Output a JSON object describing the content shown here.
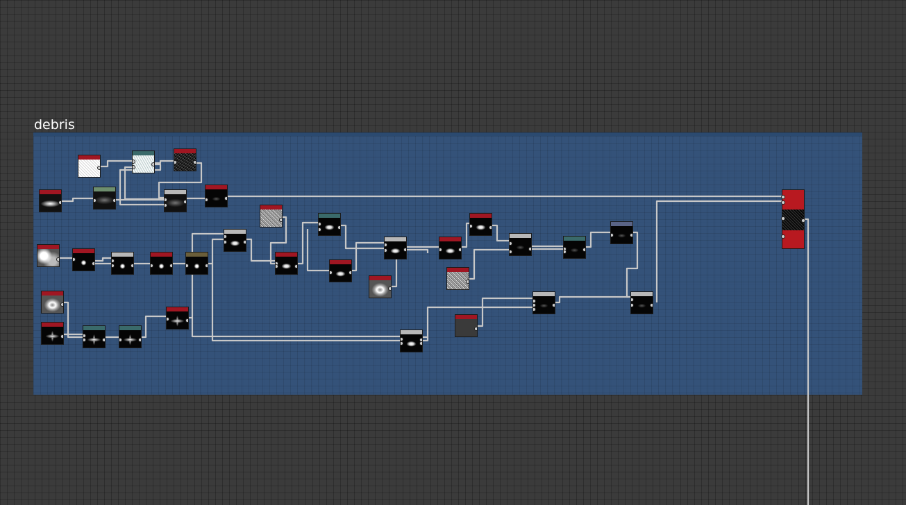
{
  "graph": {
    "title": "debris",
    "colors": {
      "canvas_background": "#3b3b3b",
      "frame_background": "#34547e",
      "wire": "#c8c8c8",
      "header_red": "#a01622",
      "header_teal": "#3a6a6a",
      "header_green": "#6e8e6e",
      "header_gray": "#b8b8b8",
      "header_olive": "#6a5e3a",
      "header_slate": "#5a6486",
      "output_red": "#b81920"
    },
    "nodes": [
      {
        "id": "n1",
        "preview": "noise-white",
        "header": "red"
      },
      {
        "id": "n2",
        "preview": "noise-light",
        "header": "teal"
      },
      {
        "id": "n3",
        "preview": "noise-dark",
        "header": "red"
      },
      {
        "id": "n4",
        "preview": "glow",
        "header": "red"
      },
      {
        "id": "n5",
        "preview": "smoke",
        "header": "green"
      },
      {
        "id": "n6",
        "preview": "smoke",
        "header": "gray"
      },
      {
        "id": "n7",
        "preview": "dim",
        "header": "red"
      },
      {
        "id": "n8",
        "preview": "cloud",
        "header": "red"
      },
      {
        "id": "n9",
        "preview": "dot",
        "header": "red"
      },
      {
        "id": "n10",
        "preview": "dot",
        "header": "gray"
      },
      {
        "id": "n11",
        "preview": "dot",
        "header": "red"
      },
      {
        "id": "n12",
        "preview": "dot",
        "header": "olive"
      },
      {
        "id": "n13",
        "preview": "blurcloud",
        "header": "red"
      },
      {
        "id": "n14",
        "preview": "flare",
        "header": "red"
      },
      {
        "id": "n15",
        "preview": "flare",
        "header": "teal"
      },
      {
        "id": "n16",
        "preview": "flare",
        "header": "teal"
      },
      {
        "id": "n17",
        "preview": "flare",
        "header": "red"
      },
      {
        "id": "n18",
        "preview": "blob",
        "header": "gray"
      },
      {
        "id": "n19",
        "preview": "noise-gray",
        "header": "red"
      },
      {
        "id": "n20",
        "preview": "blob",
        "header": "red"
      },
      {
        "id": "n21",
        "preview": "blob",
        "header": "teal"
      },
      {
        "id": "n22",
        "preview": "blob",
        "header": "red"
      },
      {
        "id": "n23",
        "preview": "blob",
        "header": "gray"
      },
      {
        "id": "n24",
        "preview": "blurcloud",
        "header": "red"
      },
      {
        "id": "n25",
        "preview": "blob",
        "header": "red"
      },
      {
        "id": "n26",
        "preview": "noise-gray",
        "header": "red"
      },
      {
        "id": "n27",
        "preview": "blob",
        "header": "red"
      },
      {
        "id": "n28",
        "preview": "dim",
        "header": "gray"
      },
      {
        "id": "n29",
        "preview": "dim",
        "header": "teal"
      },
      {
        "id": "n30",
        "preview": "dim",
        "header": "slate"
      },
      {
        "id": "n31",
        "preview": "blob",
        "header": "gray"
      },
      {
        "id": "n32",
        "preview": "darkgray",
        "header": "red"
      },
      {
        "id": "n33",
        "preview": "dim",
        "header": "gray"
      },
      {
        "id": "n34",
        "preview": "dim",
        "header": "gray"
      }
    ],
    "output_node": {
      "id": "out",
      "inputs": 4,
      "outputs": 1
    }
  }
}
